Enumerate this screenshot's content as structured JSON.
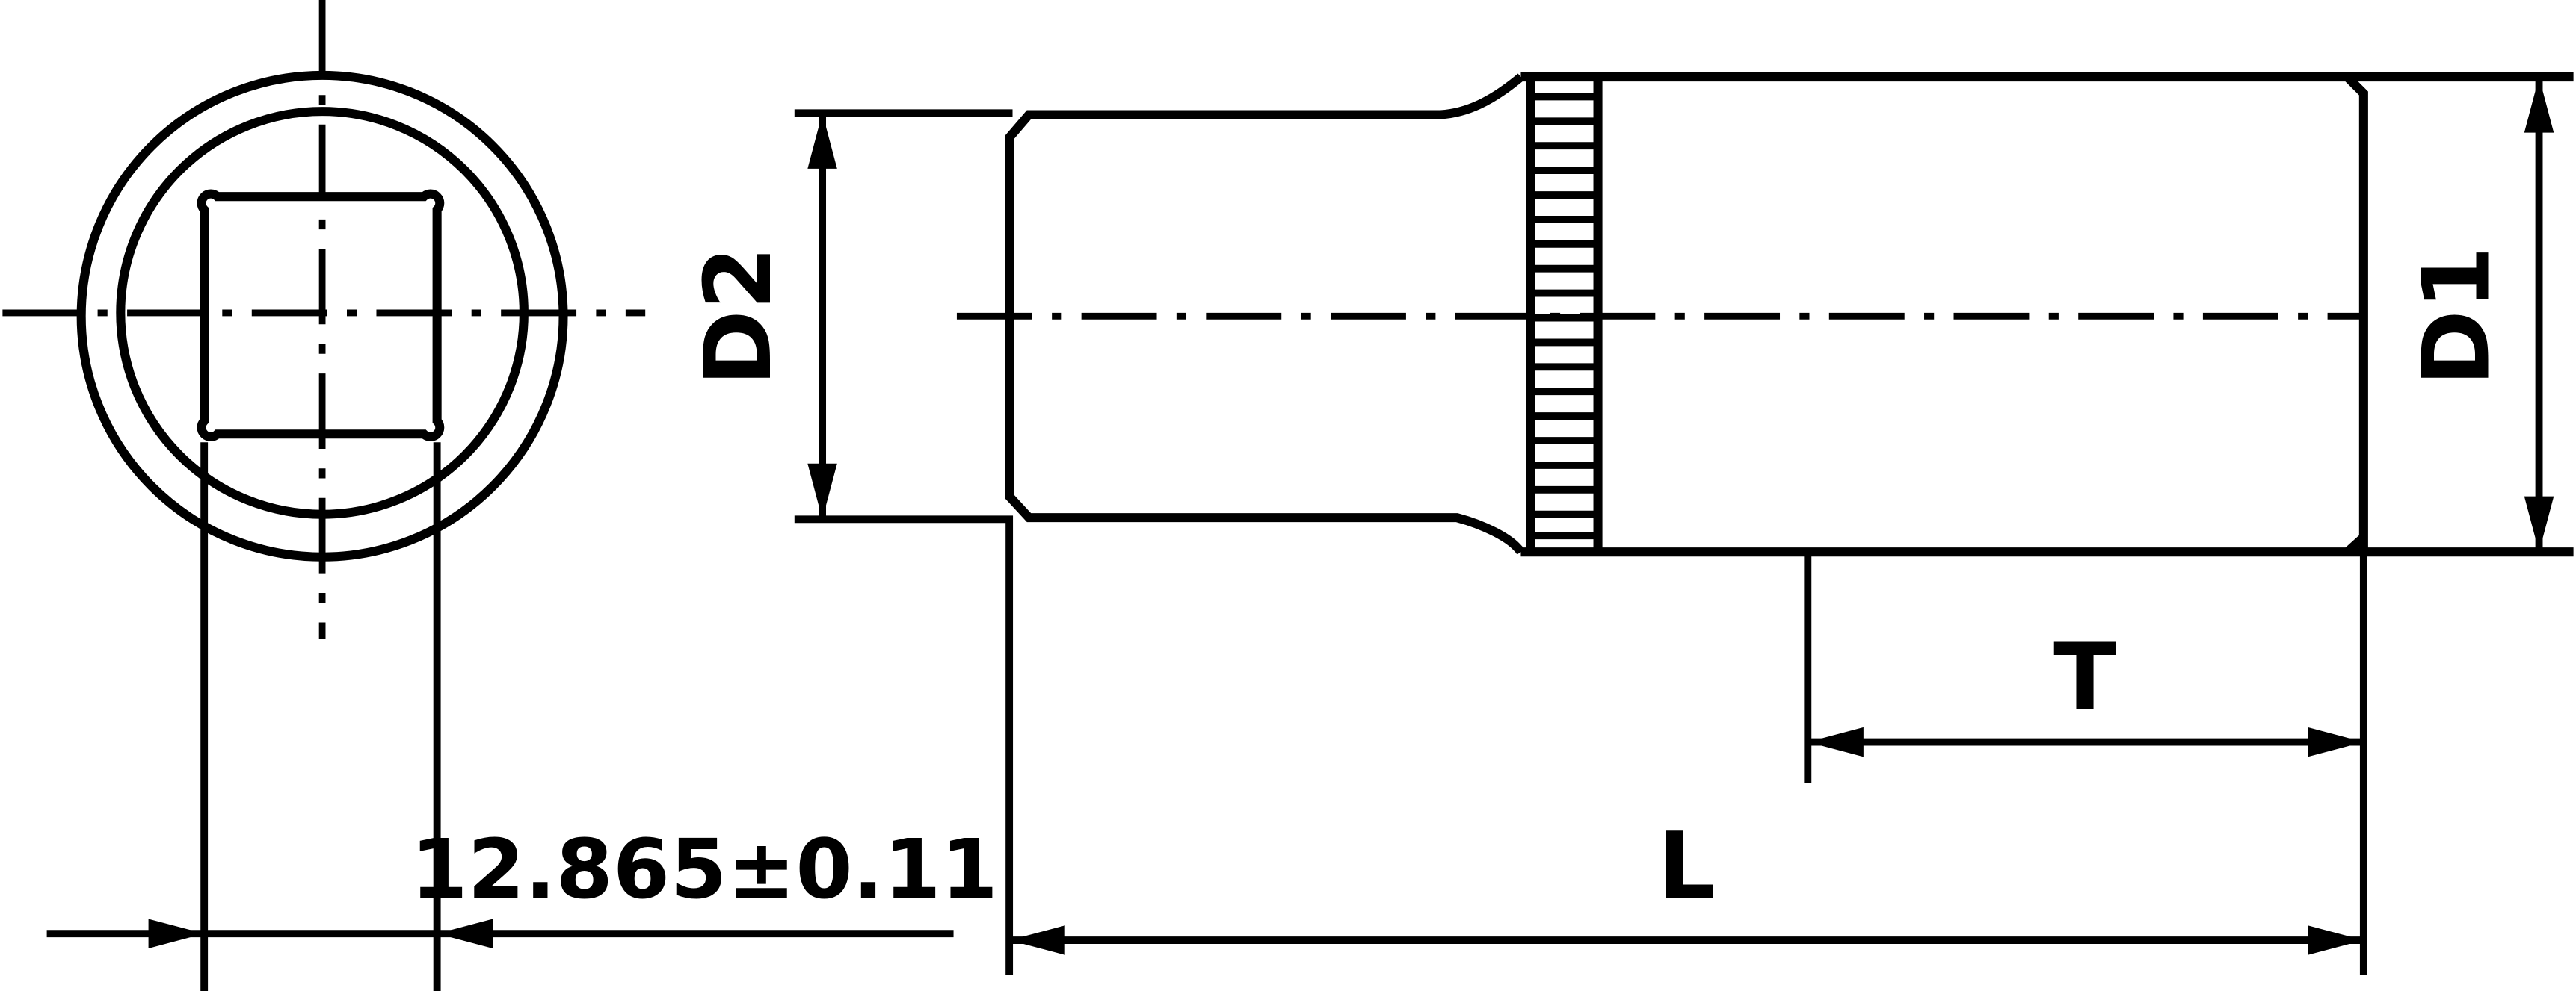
{
  "labels": {
    "diameter_large": "D1",
    "diameter_small": "D2",
    "drive_depth": "T",
    "overall_length": "L",
    "square_drive_size": "12.865±0.11"
  }
}
